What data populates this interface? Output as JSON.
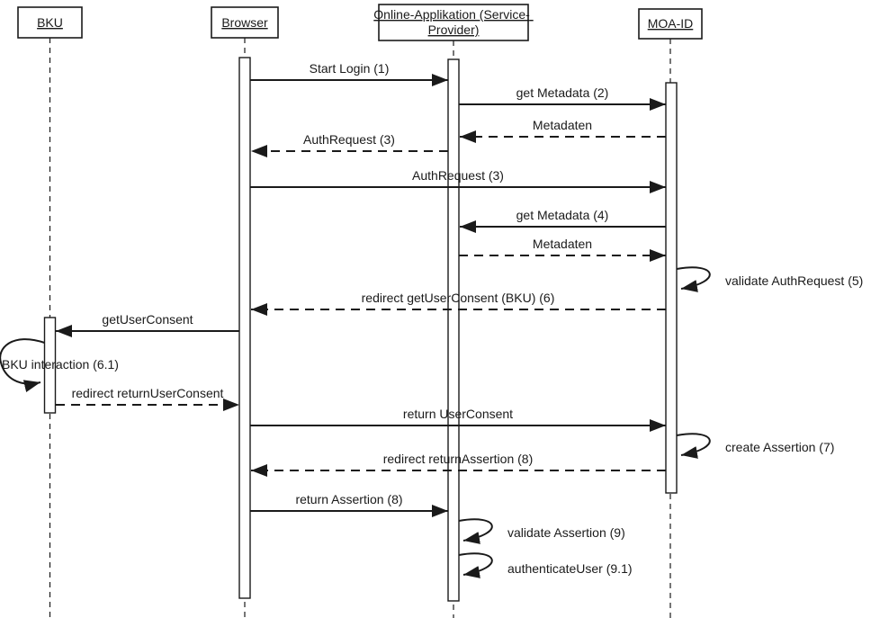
{
  "diagram_type": "uml-sequence-diagram",
  "colors": {
    "line": "#1a1a1a",
    "text": "#1a1a1a",
    "background": "#ffffff"
  },
  "actors": [
    {
      "id": "bku",
      "label": "BKU",
      "label_lines": [
        "BKU"
      ]
    },
    {
      "id": "browser",
      "label": "Browser",
      "label_lines": [
        "Browser"
      ]
    },
    {
      "id": "service-provider",
      "label": "Online-Applikation (Service-Provider)",
      "label_lines": [
        "Online-Applikation (Service-",
        "Provider)"
      ]
    },
    {
      "id": "moa-id",
      "label": "MOA-ID",
      "label_lines": [
        "MOA-ID"
      ]
    }
  ],
  "messages": [
    {
      "label": "Start Login (1)",
      "from": "browser",
      "to": "service-provider",
      "line": "solid"
    },
    {
      "label": "get Metadata (2)",
      "from": "service-provider",
      "to": "moa-id",
      "line": "solid"
    },
    {
      "label": "Metadaten",
      "from": "moa-id",
      "to": "service-provider",
      "line": "dashed"
    },
    {
      "label": "AuthRequest (3)",
      "from": "service-provider",
      "to": "browser",
      "line": "dashed"
    },
    {
      "label": "AuthRequest (3)",
      "from": "browser",
      "to": "moa-id",
      "line": "solid"
    },
    {
      "label": "get Metadata (4)",
      "from": "moa-id",
      "to": "service-provider",
      "line": "solid"
    },
    {
      "label": "Metadaten",
      "from": "service-provider",
      "to": "moa-id",
      "line": "dashed"
    },
    {
      "label": "validate AuthRequest (5)",
      "from": "moa-id",
      "to": "moa-id",
      "line": "self"
    },
    {
      "label": "redirect getUserConsent (BKU) (6)",
      "from": "moa-id",
      "to": "browser",
      "line": "dashed"
    },
    {
      "label": "getUserConsent",
      "from": "browser",
      "to": "bku",
      "line": "solid"
    },
    {
      "label": "BKU interaction (6.1)",
      "from": "bku",
      "to": "bku",
      "line": "self"
    },
    {
      "label": "redirect returnUserConsent",
      "from": "bku",
      "to": "browser",
      "line": "dashed"
    },
    {
      "label": "return UserConsent",
      "from": "browser",
      "to": "moa-id",
      "line": "solid"
    },
    {
      "label": "create Assertion (7)",
      "from": "moa-id",
      "to": "moa-id",
      "line": "self"
    },
    {
      "label": "redirect returnAssertion (8)",
      "from": "moa-id",
      "to": "browser",
      "line": "dashed"
    },
    {
      "label": "return Assertion (8)",
      "from": "browser",
      "to": "service-provider",
      "line": "solid"
    },
    {
      "label": "validate Assertion (9)",
      "from": "service-provider",
      "to": "service-provider",
      "line": "self"
    },
    {
      "label": "authenticateUser (9.1)",
      "from": "service-provider",
      "to": "service-provider",
      "line": "self"
    }
  ]
}
